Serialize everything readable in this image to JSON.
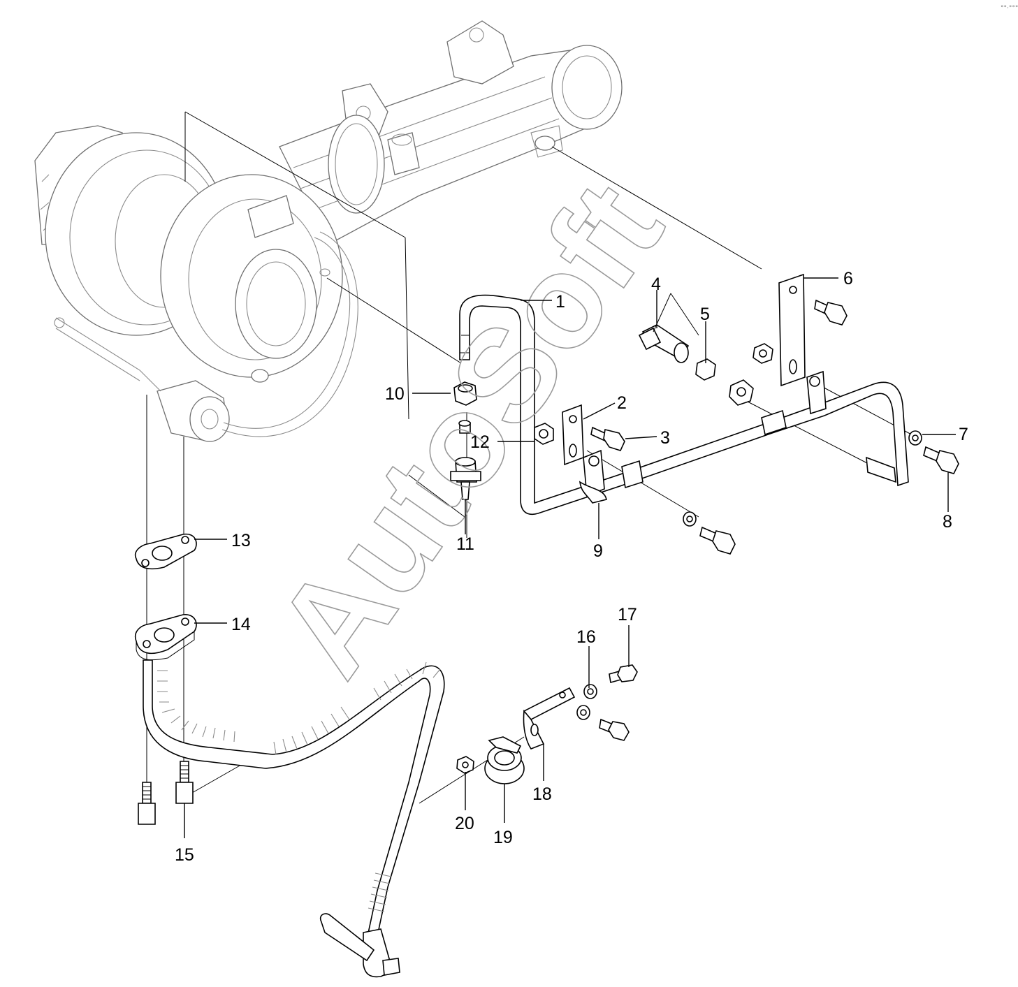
{
  "watermark": "AutoSoft",
  "corner_mark": "°°·°°°",
  "callouts": [
    {
      "id": "c1",
      "text": "1"
    },
    {
      "id": "c2",
      "text": "2"
    },
    {
      "id": "c3",
      "text": "3"
    },
    {
      "id": "c4",
      "text": "4"
    },
    {
      "id": "c5",
      "text": "5"
    },
    {
      "id": "c6",
      "text": "6"
    },
    {
      "id": "c7",
      "text": "7"
    },
    {
      "id": "c8",
      "text": "8"
    },
    {
      "id": "c9",
      "text": "9"
    },
    {
      "id": "c10",
      "text": "10"
    },
    {
      "id": "c11",
      "text": "11"
    },
    {
      "id": "c12",
      "text": "12"
    },
    {
      "id": "c13",
      "text": "13"
    },
    {
      "id": "c14",
      "text": "14"
    },
    {
      "id": "c15",
      "text": "15"
    },
    {
      "id": "c16",
      "text": "16"
    },
    {
      "id": "c17",
      "text": "17"
    },
    {
      "id": "c18",
      "text": "18"
    },
    {
      "id": "c19",
      "text": "19"
    },
    {
      "id": "c20",
      "text": "20"
    }
  ]
}
